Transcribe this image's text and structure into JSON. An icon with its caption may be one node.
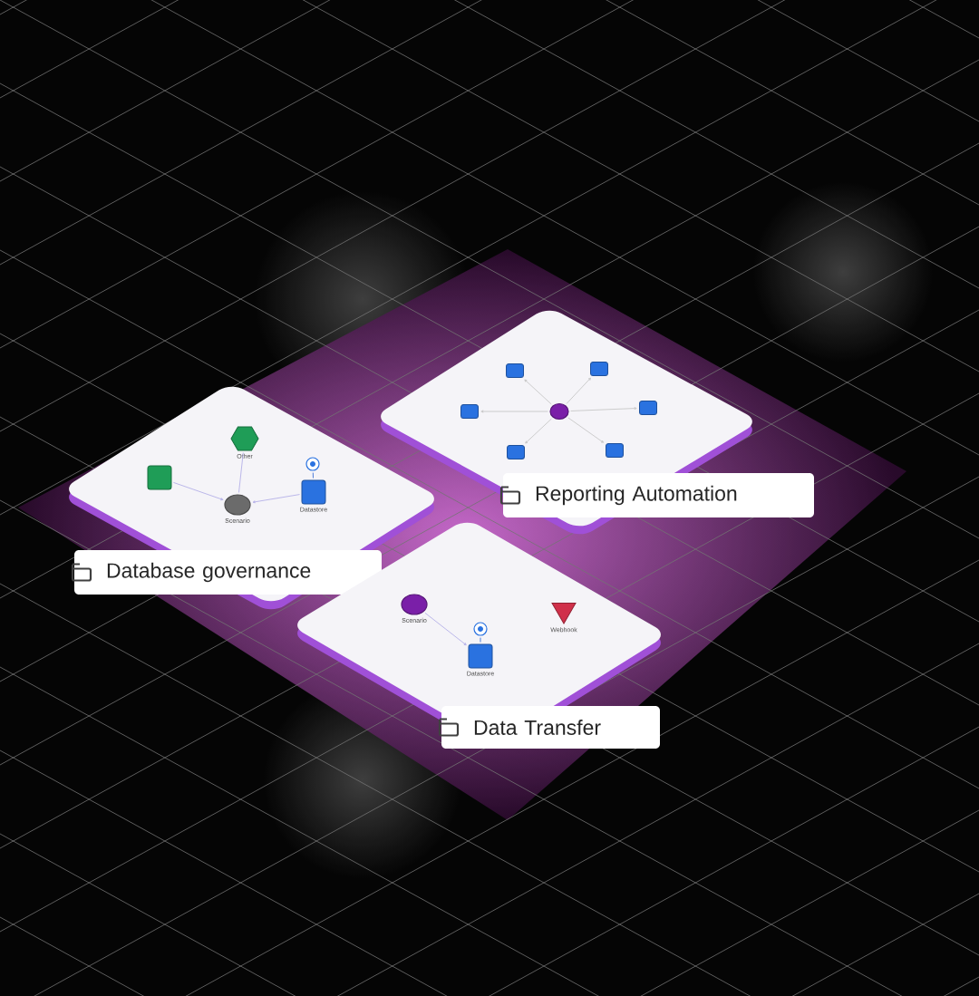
{
  "diagram": {
    "nodes": [
      {
        "text": [
          "Database governance"
        ]
      },
      {
        "text": [],
        "shape": "box",
        "in": 0
      },
      {
        "text": [
          "Other"
        ],
        "in": 0
      },
      {
        "text": [
          "Scenario"
        ],
        "in": 0
      },
      {
        "text": [
          "Datastore"
        ],
        "in": 0
      },
      {
        "text": [],
        "shape": "circle",
        "in": 0
      },
      {
        "text": [
          "Reporting Automation"
        ]
      },
      {
        "text": [],
        "shape": "circle",
        "in": 6
      },
      {
        "text": [],
        "shape": "box",
        "in": 6
      },
      {
        "text": [],
        "shape": "box",
        "in": 6
      },
      {
        "text": [],
        "shape": "box",
        "in": 6
      },
      {
        "text": [],
        "shape": "box",
        "in": 6
      },
      {
        "text": [],
        "shape": "box",
        "in": 6
      },
      {
        "text": [],
        "shape": "box",
        "in": 6
      },
      {
        "text": [
          "Data Transfer"
        ]
      },
      {
        "text": [],
        "shape": "circle",
        "in": 14
      },
      {
        "text": [
          "Scenario"
        ],
        "in": 14
      },
      {
        "text": [
          "Datastore"
        ],
        "in": 14
      },
      {
        "text": [
          "Webhook"
        ],
        "in": 14
      }
    ],
    "edges": [
      {
        "from": 1,
        "to": 3,
        "arrow": "to",
        "color": "#b4b0e8"
      },
      {
        "from": 2,
        "to": 3,
        "arrow": "none",
        "color": "#b4b0e8"
      },
      {
        "from": 4,
        "to": 3,
        "arrow": "to",
        "color": "#b4b0e8"
      },
      {
        "from": 5,
        "to": 4,
        "arrow": "none",
        "color": "#3b6fd6"
      },
      {
        "from": 7,
        "to": 8,
        "arrow": "to"
      },
      {
        "from": 7,
        "to": 9,
        "arrow": "to"
      },
      {
        "from": 7,
        "to": 10,
        "arrow": "to"
      },
      {
        "from": 7,
        "to": 11,
        "arrow": "to"
      },
      {
        "from": 7,
        "to": 12,
        "arrow": "to"
      },
      {
        "from": 7,
        "to": 13,
        "arrow": "to"
      },
      {
        "from": 15,
        "to": 17,
        "arrow": "none",
        "color": "#3b6fd6"
      },
      {
        "from": 16,
        "to": 17,
        "arrow": "to",
        "color": "#b4b0e8"
      }
    ]
  }
}
